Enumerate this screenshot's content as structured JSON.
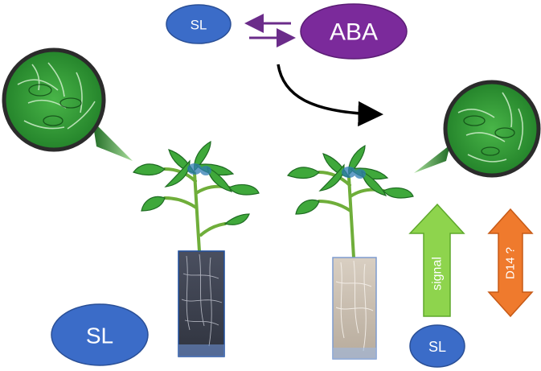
{
  "labels": {
    "sl_top": "SL",
    "aba": "ABA",
    "sl_left": "SL",
    "sl_right": "SL",
    "signal": "signal",
    "d14": "D14 ?"
  },
  "colors": {
    "sl_blue": "#3b6cc8",
    "aba_purple": "#7b2a9b",
    "arrow_purple": "#6b2c8a",
    "signal_green": "#8ed44d",
    "d14_orange": "#ef7a2d",
    "leaf_green": "#3fa83b",
    "dark_green": "#1e6b22"
  }
}
